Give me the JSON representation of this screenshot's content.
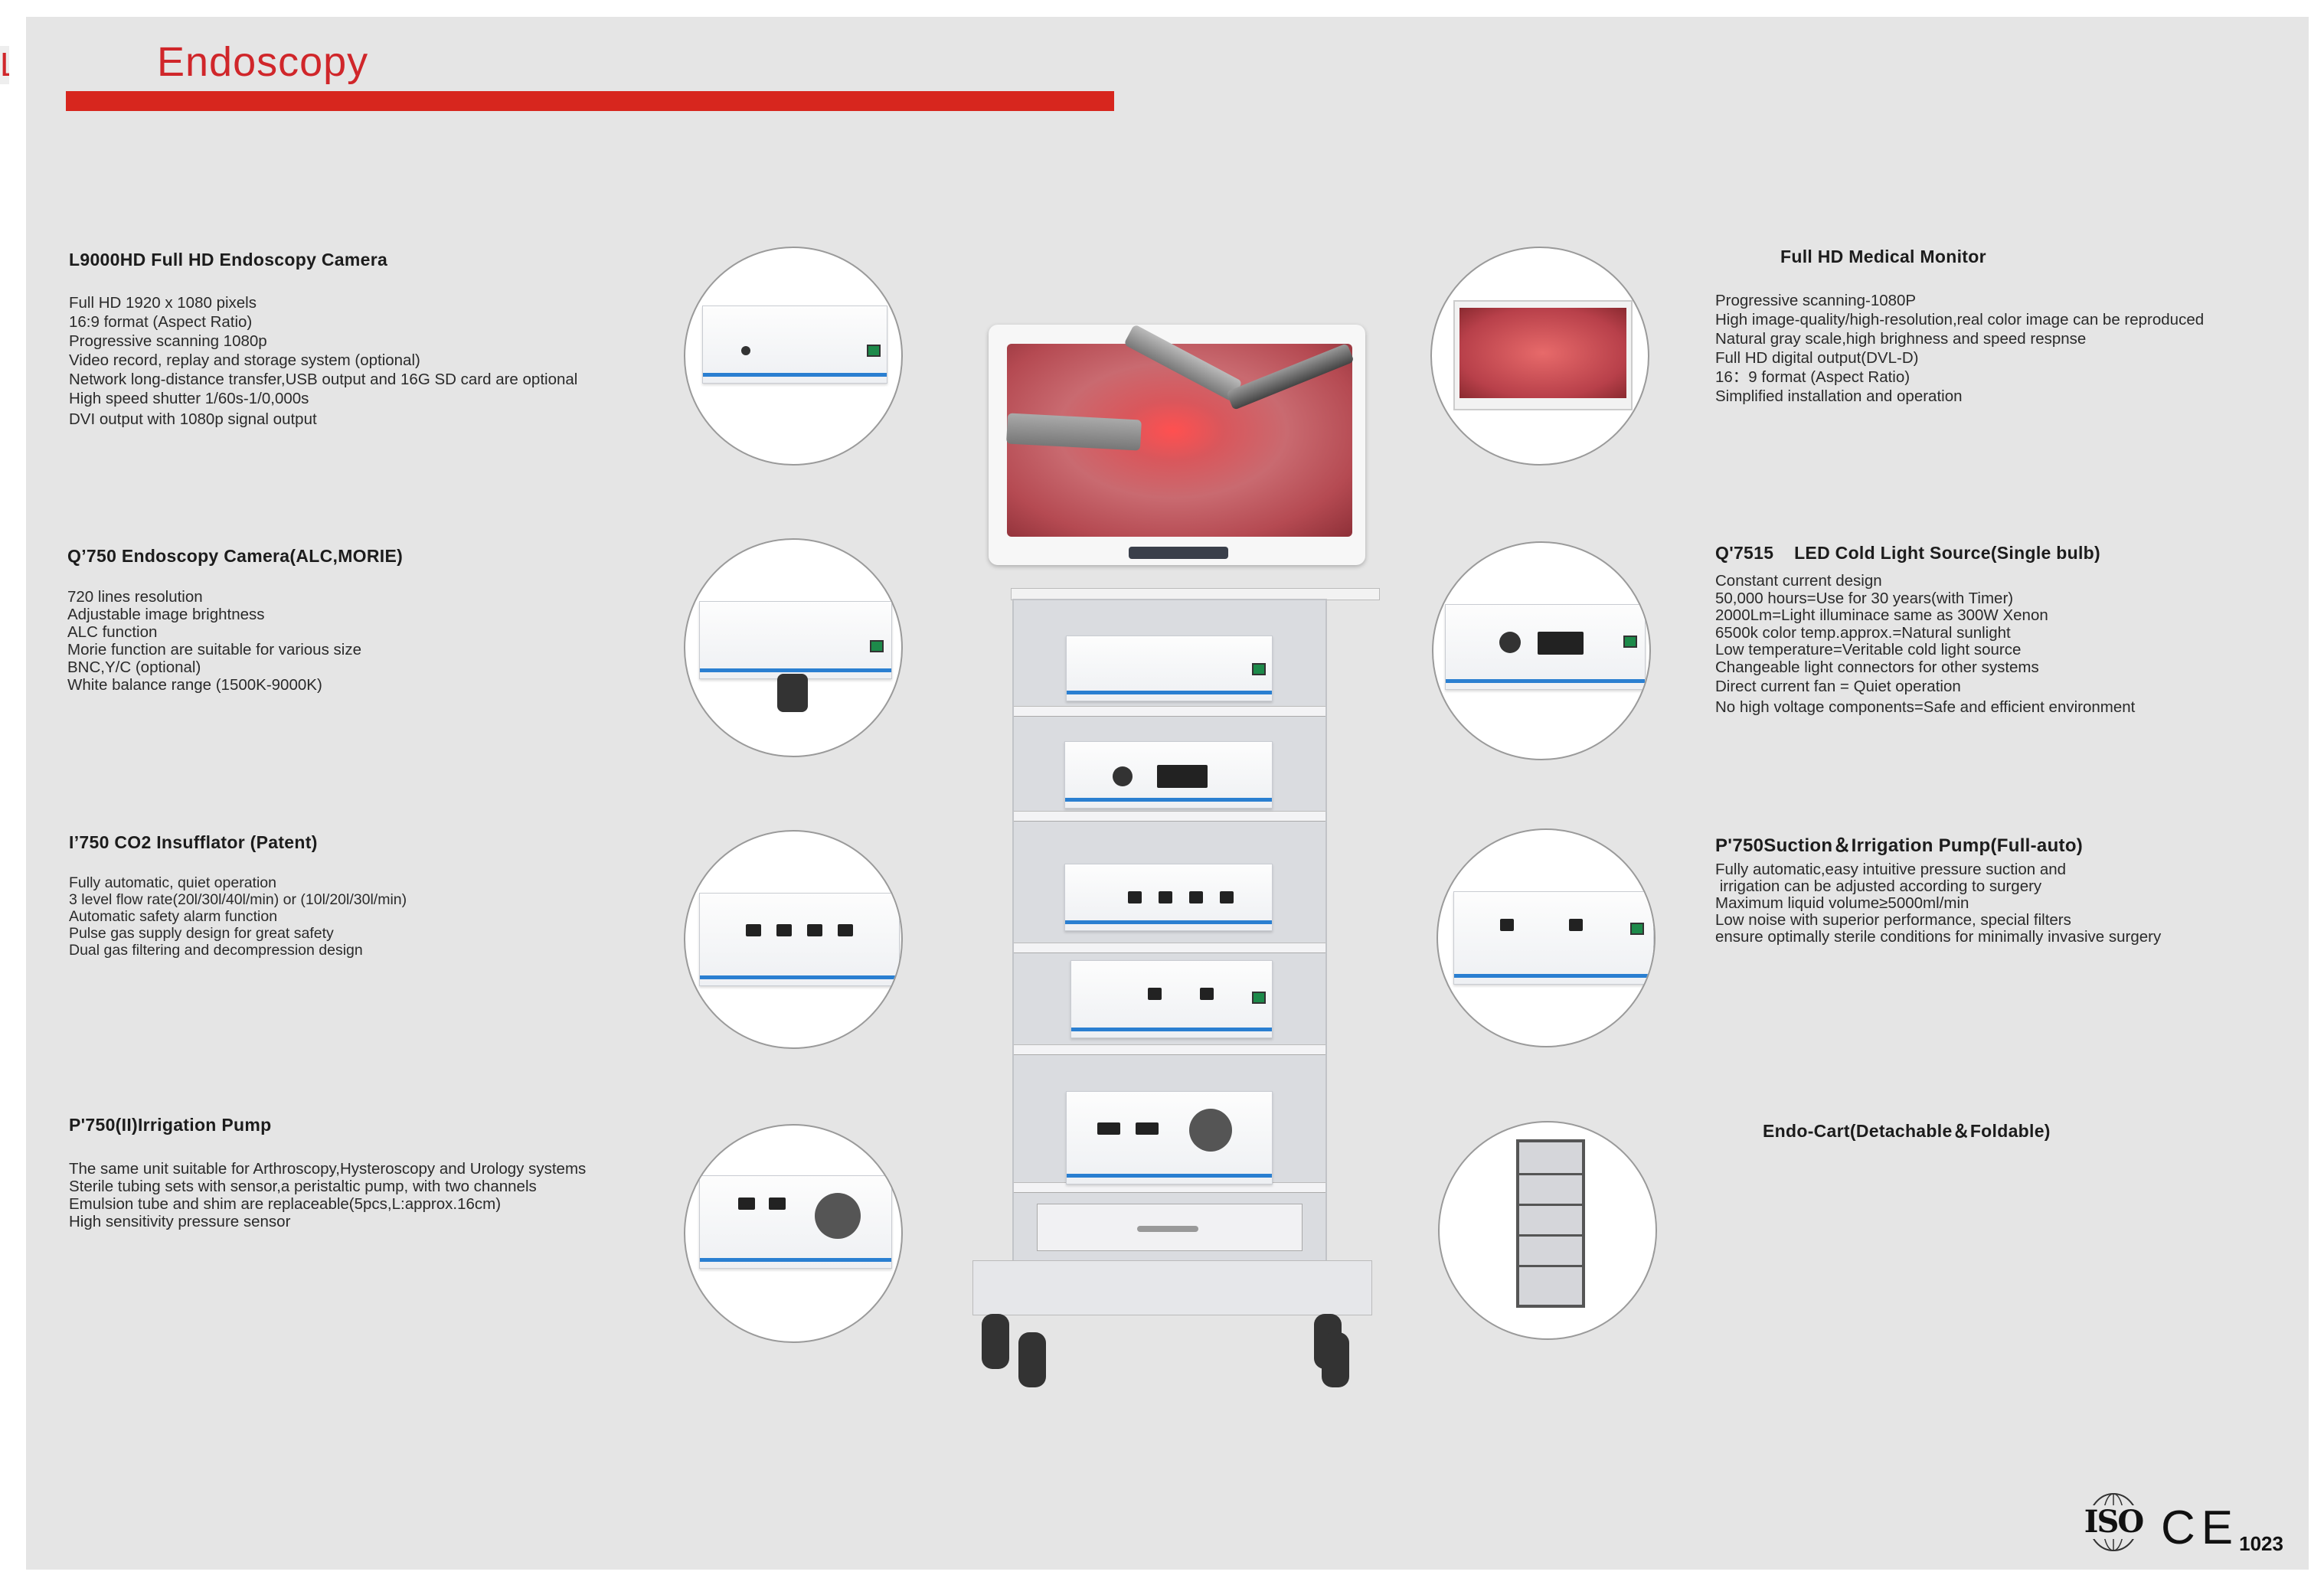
{
  "header": {
    "side_tab": "L",
    "title": "Endoscopy"
  },
  "left_sections": [
    {
      "title": "L9000HD Full HD Endoscopy Camera",
      "lines": [
        "Full HD 1920 x 1080 pixels",
        "16:9 format (Aspect Ratio)",
        "Progressive scanning 1080p",
        "Video record, replay and storage system (optional)",
        "Network long-distance transfer,USB output and 16G SD card are optional",
        "High speed shutter 1/60s-1/0,000s",
        "DVI output with  1080p signal output"
      ]
    },
    {
      "title": "Q’750 Endoscopy Camera(ALC,MORIE)",
      "lines": [
        "720 lines resolution",
        "Adjustable image brightness",
        "ALC function",
        "Morie function are suitable for various size",
        "BNC,Y/C (optional)",
        "White balance range (1500K-9000K)"
      ]
    },
    {
      "title": "I’750 CO2 Insufflator  (Patent)",
      "lines": [
        "Fully automatic, quiet operation",
        "3 level flow rate(20l/30l/40l/min) or (10l/20l/30l/min)",
        "Automatic safety alarm function",
        "Pulse gas supply design for great safety",
        "Dual gas filtering and decompression design"
      ]
    },
    {
      "title": "P'750(II)Irrigation Pump",
      "lines": [
        "The same unit suitable for Arthroscopy,Hysteroscopy and Urology systems",
        "Sterile tubing sets with sensor,a peristaltic pump, with two channels",
        "Emulsion tube and shim are replaceable(5pcs,L:approx.16cm)",
        "High sensitivity pressure sensor"
      ]
    }
  ],
  "right_sections": [
    {
      "title": "Full HD Medical Monitor",
      "lines": [
        "Progressive scanning-1080P",
        "High image-quality/high-resolution,real color image can be reproduced",
        "Natural gray scale,high brighness and speed respnse",
        "Full HD digital output(DVL-D)",
        "16：9 format (Aspect Ratio)",
        "Simplified installation and operation"
      ]
    },
    {
      "title": "Q'7515    LED Cold Light Source(Single bulb)",
      "lines": [
        "Constant current design",
        "50,000 hours=Use for 30 years(with Timer)",
        "2000Lm=Light illuminace same as 300W Xenon",
        "6500k color temp.approx.=Natural sunlight",
        "Low temperature=Veritable cold light source",
        "Changeable light connectors for other systems",
        "Direct current fan = Quiet operation",
        "No high voltage components=Safe and efficient environment"
      ]
    },
    {
      "title": "P'750Suction＆Irrigation Pump(Full-auto)",
      "lines": [
        "Fully automatic,easy intuitive pressure suction and",
        " irrigation can be adjusted according to surgery",
        "Maximum liquid volume≥5000ml/min",
        "Low noise with superior performance, special filters",
        "ensure optimally sterile conditions for minimally invasive surgery"
      ]
    },
    {
      "title": "Endo-Cart(Detachable＆Foldable)",
      "lines": []
    }
  ],
  "certifications": {
    "iso": "ISO",
    "ce": "CE",
    "ce_number": "1023"
  },
  "colors": {
    "accent": "#d7261e",
    "background": "#e5e5e5",
    "device_stripe": "#2a7fd1"
  }
}
